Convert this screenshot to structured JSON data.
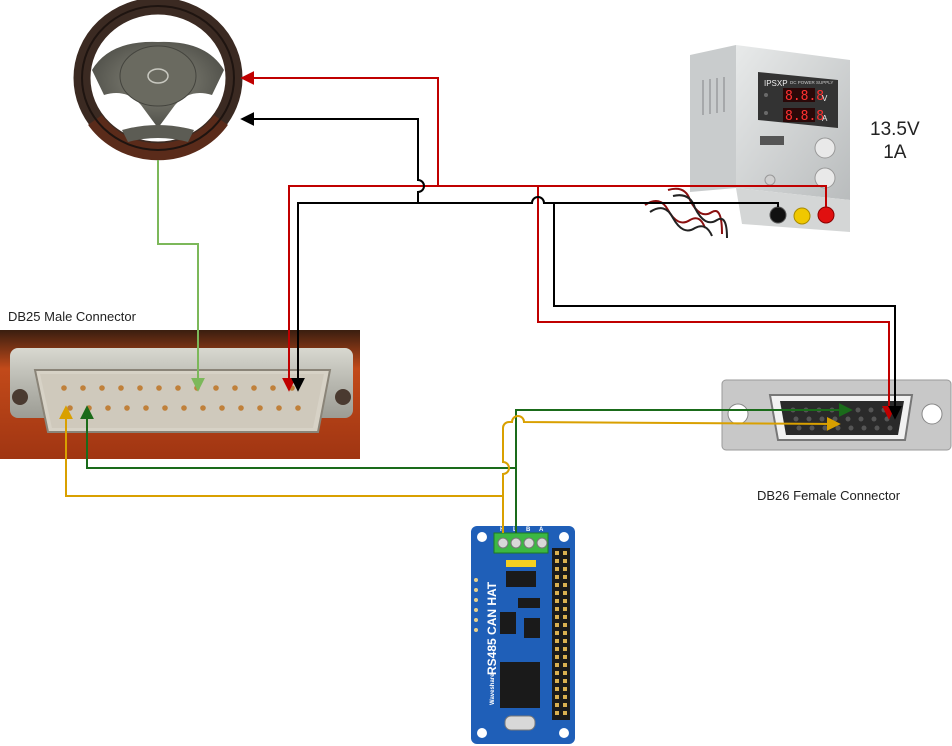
{
  "labels": {
    "db25": "DB25 Male Connector",
    "db26": "DB26 Female Connector",
    "voltage": "13.5V",
    "current": "1A"
  },
  "power_supply": {
    "brand": "IPSXP",
    "model_line1": "DC POWER SUPPLY",
    "display_voltage": "8.8.8",
    "display_current": "8.8.8",
    "unit_v": "V",
    "unit_a": "A"
  },
  "can_hat": {
    "title": "RS485 CAN HAT",
    "maker": "Waveshare",
    "terminal_labels": [
      "H",
      "L",
      "B",
      "A"
    ]
  },
  "wire_colors": {
    "red": "#c00000",
    "black": "#000000",
    "light_green": "#7cb85a",
    "dark_green": "#1a6b1a",
    "yellow": "#d9a000"
  }
}
